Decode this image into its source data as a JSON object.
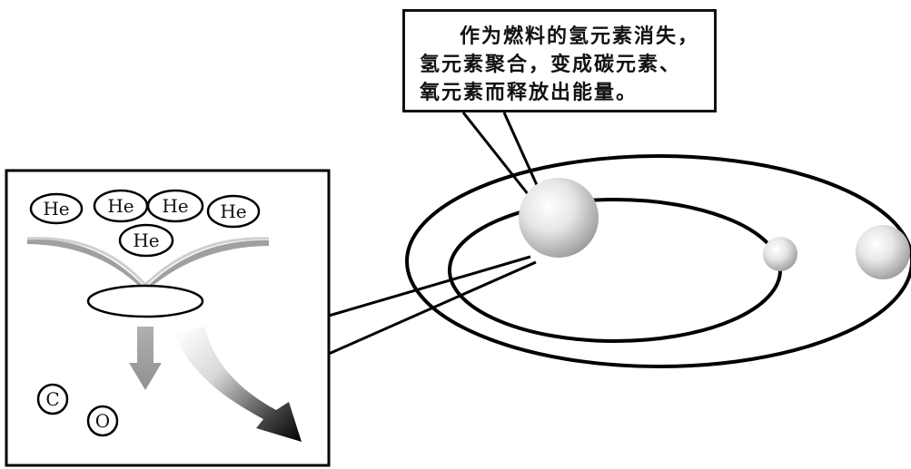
{
  "callout": {
    "text": "作为燃料的氢元素消失，氢元素聚合，变成碳元素、氧元素而释放出能量。"
  },
  "inset": {
    "helium_labels": [
      "He",
      "He",
      "He",
      "He",
      "He"
    ],
    "carbon_label": "C",
    "oxygen_label": "O"
  }
}
